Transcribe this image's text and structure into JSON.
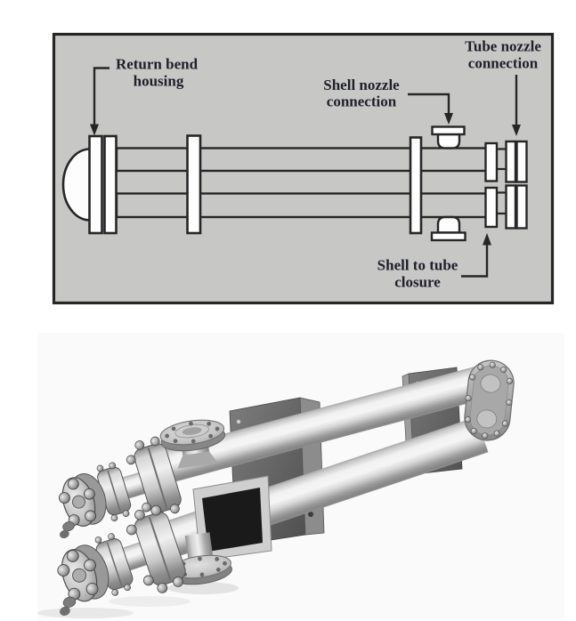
{
  "diagram": {
    "colors": {
      "background": "#c7c8c6",
      "outline": "#262626",
      "component_fill": "#fdfdfd",
      "label_text": "#20202a"
    },
    "labels": {
      "return_bend_housing": {
        "line1": "Return bend",
        "line2": "housing"
      },
      "shell_nozzle_connection": {
        "line1": "Shell nozzle",
        "line2": "connection"
      },
      "tube_nozzle_connection": {
        "line1": "Tube nozzle",
        "line2": "connection"
      },
      "shell_to_tube_closure": {
        "line1": "Shell to tube",
        "line2": "closure"
      }
    }
  },
  "photo": {
    "colors": {
      "background": "#fafafa",
      "metal_light": "#f2f2f2",
      "metal_mid": "#b5b5b5",
      "metal_dark": "#5a5a5a",
      "plate": "#636363",
      "window": "#1a1a1a"
    }
  }
}
